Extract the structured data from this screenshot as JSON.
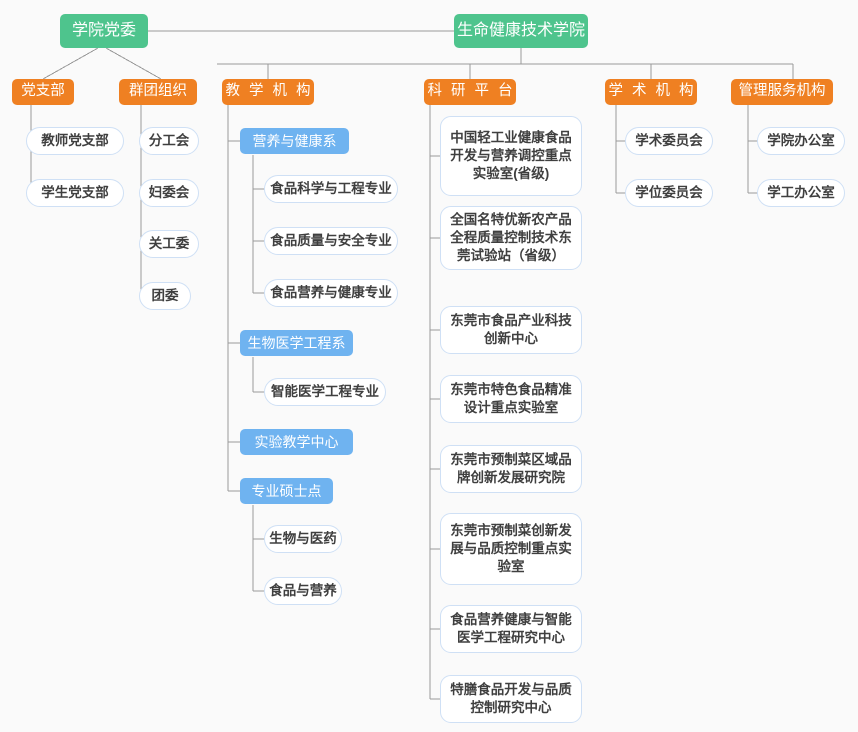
{
  "diagram": {
    "title_root_left": "学院党委",
    "title_root_right": "生命健康技术学院",
    "categories": {
      "party_branch": "党支部",
      "mass_org": "群团组织",
      "teaching": "教 学 机 构",
      "research": "科 研 平 台",
      "academic": "学 术 机 构",
      "admin": "管理服务机构"
    },
    "party_branch_children": [
      "教师党支部",
      "学生党支部"
    ],
    "mass_org_children": [
      "分工会",
      "妇委会",
      "关工委",
      "团委"
    ],
    "teaching_groups": [
      {
        "label": "营养与健康系",
        "children": [
          "食品科学与工程专业",
          "食品质量与安全专业",
          "食品营养与健康专业"
        ]
      },
      {
        "label": "生物医学工程系",
        "children": [
          "智能医学工程专业"
        ]
      },
      {
        "label": "实验教学中心",
        "children": []
      },
      {
        "label": "专业硕士点",
        "children": [
          "生物与医药",
          "食品与营养"
        ]
      }
    ],
    "research_children": [
      "中国轻工业健康食品\n开发与营养调控重点\n实验室(省级)",
      "全国名特优新农产品\n全程质量控制技术东\n莞试验站（省级）",
      "东莞市食品产业科技\n创新中心",
      "东莞市特色食品精准\n设计重点实验室",
      "东莞市预制菜区域品\n牌创新发展研究院",
      "东莞市预制菜创新发\n展与品质控制重点实\n验室",
      "食品营养健康与智能\n医学工程研究中心",
      "特膳食品开发与品质\n控制研究中心"
    ],
    "academic_children": [
      "学术委员会",
      "学位委员会"
    ],
    "admin_children": [
      "学院办公室",
      "学工办公室"
    ],
    "colors": {
      "root": "#4ec48d",
      "category": "#ef8022",
      "department": "#6fb3f0",
      "leaf_border": "#cfe0f5",
      "wire": "#9a9a9a",
      "background": "#fafafa"
    }
  }
}
